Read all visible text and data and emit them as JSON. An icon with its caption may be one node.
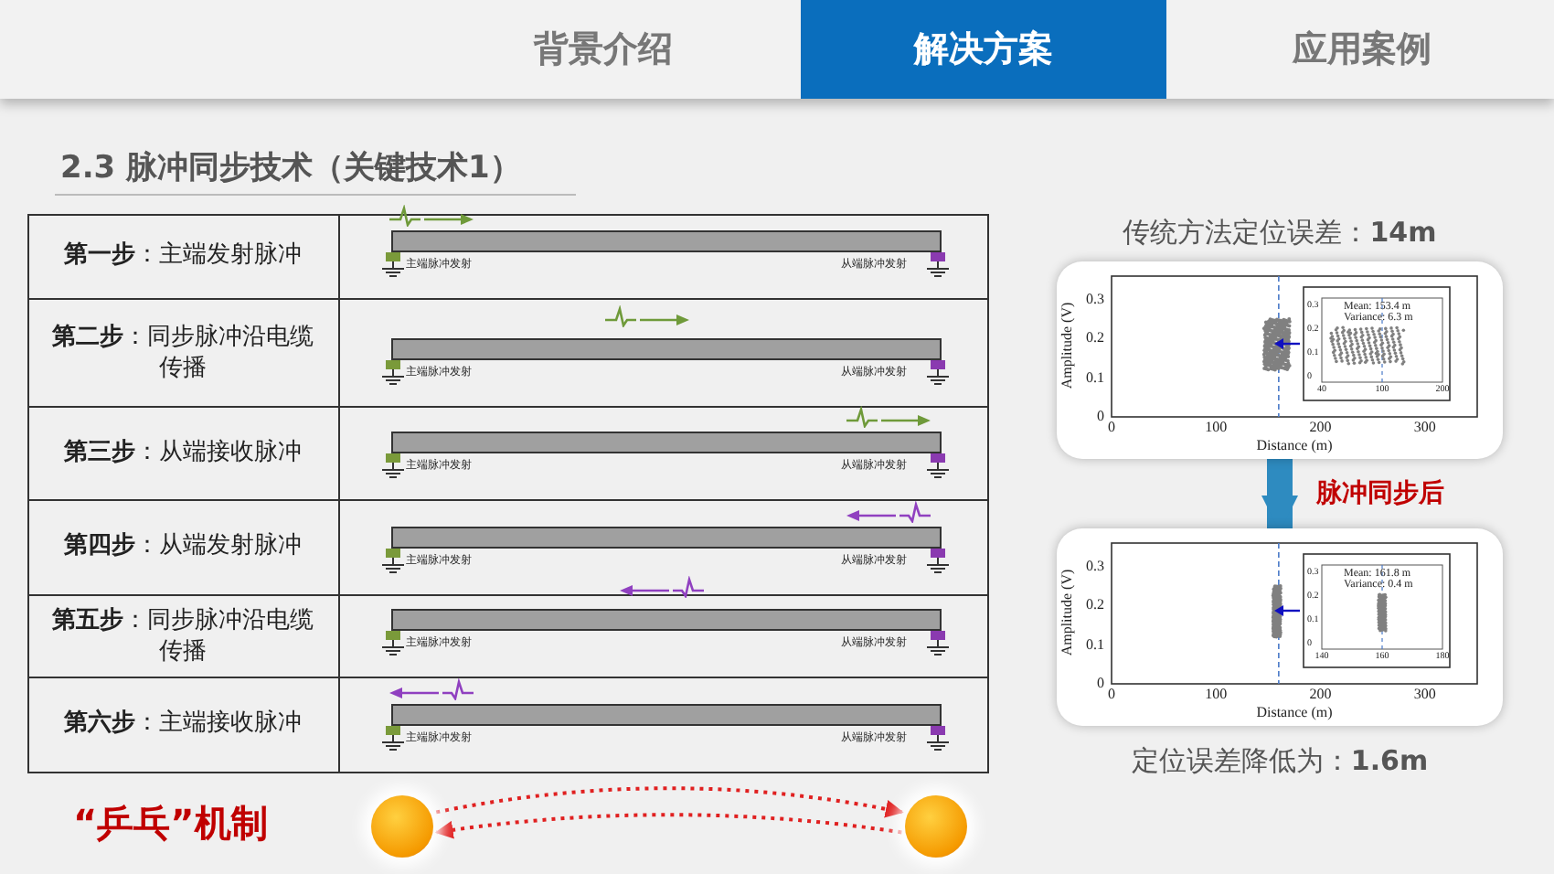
{
  "diagram": {
    "title": "2.3 脉冲同步技术（关键技术1）",
    "nodes": [
      {
        "text": [],
        "shape": "circle"
      },
      {
        "text": [],
        "shape": "circle"
      },
      {
        "text": [
          "传统方法定位误差：**14m**"
        ]
      },
      {
        "text": [
          "定位误差降低为：**1.6m**"
        ]
      }
    ],
    "edges": [
      {
        "from": 0,
        "to": 1,
        "arrow": "to",
        "style": "dashed",
        "color": "#e02020"
      },
      {
        "from": 1,
        "to": 0,
        "arrow": "to",
        "style": "dashed",
        "color": "#e02020"
      },
      {
        "from": 2,
        "to": 3,
        "arrow": "to",
        "label": "脉冲同步后",
        "style": "thick",
        "color": "#2e8bc0"
      }
    ],
    "labels": [
      "背景介绍",
      "解决方案",
      "应用案例",
      "**第一步**：主端发射脉冲",
      "主端脉冲发射",
      "从端脉冲发射",
      "**第二步**：同步脉冲沿电缆传播",
      "主端脉冲发射",
      "从端脉冲发射",
      "**第三步**：从端接收脉冲",
      "主端脉冲发射",
      "从端脉冲发射",
      "**第四步**：从端发射脉冲",
      "主端脉冲发射",
      "从端脉冲发射",
      "**第五步**：同步脉冲沿电缆传播",
      "主端脉冲发射",
      "从端脉冲发射",
      "**第六步**：主端接收脉冲",
      "主端脉冲发射",
      "从端脉冲发射",
      "“乒乓”机制",
      "0.3",
      "0.2",
      "0.1",
      "0",
      "Amplitude (V)",
      "0",
      "100",
      "200",
      "300",
      "Distance (m)",
      "Mean: 153.4 m",
      "Variance: 6.3 m",
      "0.3",
      "0.2",
      "0.1",
      "0",
      "40",
      "100",
      "200",
      "0.3",
      "0.2",
      "0.1",
      "0",
      "Amplitude (V)",
      "0",
      "100",
      "200",
      "300",
      "Distance (m)",
      "Mean: 161.8 m",
      "Variance: 0.4 m",
      "0.3",
      "0.2",
      "0.1",
      "0",
      "140",
      "160",
      "180"
    ]
  }
}
